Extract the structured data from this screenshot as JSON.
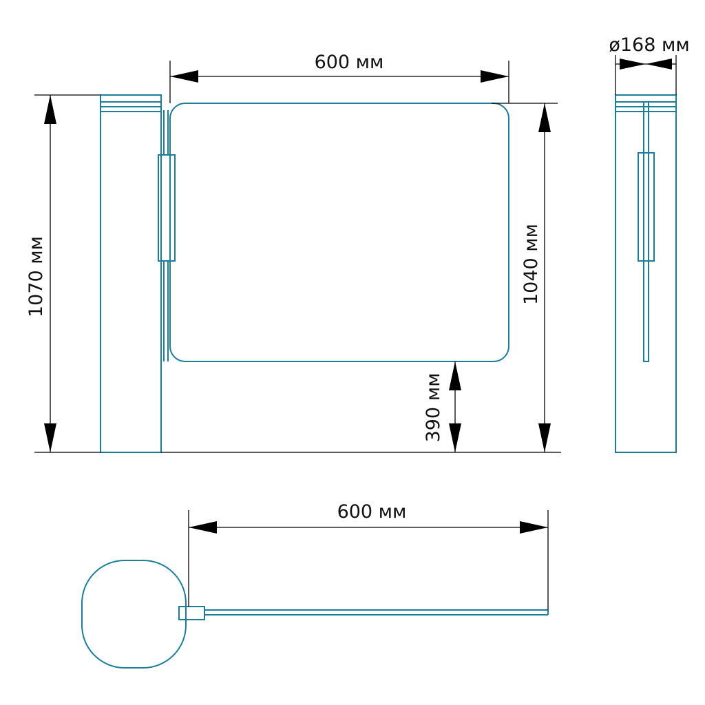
{
  "colors": {
    "outline": "#1b7d99",
    "dimension": "#000000",
    "background": "#ffffff"
  },
  "front_view": {
    "width_label": "600 мм",
    "post_height_label": "1070 мм",
    "door_height_label": "1040 мм",
    "clearance_label": "390 мм"
  },
  "side_view": {
    "diameter_label": "ø168 мм"
  },
  "top_view": {
    "width_label": "600 мм"
  }
}
